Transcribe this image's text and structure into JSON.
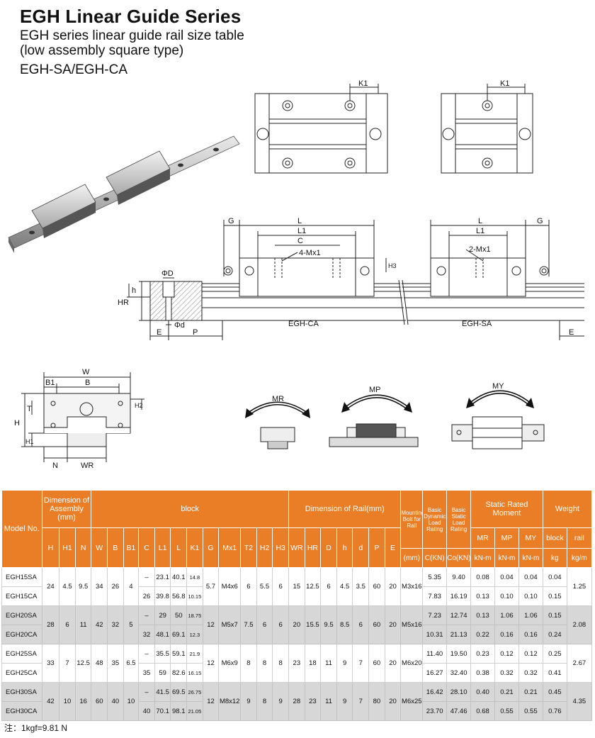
{
  "header": {
    "title": "EGH Linear Guide Series",
    "subtitle_line1": "EGH series linear guide rail size table",
    "subtitle_line2": "(low assembly square type)",
    "model_heading": "EGH-SA/EGH-CA"
  },
  "drawing_labels": {
    "K1": "K1",
    "L": "L",
    "L1": "L1",
    "C": "C",
    "G": "G",
    "four_mx1": "4-Mx1",
    "two_mx1": "2-Mx1",
    "H3": "H3",
    "phiD": "ΦD",
    "phid": "Φd",
    "HR": "HR",
    "h": "h",
    "E": "E",
    "P": "P",
    "egh_ca": "EGH-CA",
    "egh_sa": "EGH-SA",
    "W": "W",
    "B1": "B1",
    "B": "B",
    "T": "T",
    "H2": "H2",
    "H": "H",
    "H1": "H1",
    "N": "N",
    "WR": "WR",
    "MR": "MR",
    "MP": "MP",
    "MY": "MY"
  },
  "table": {
    "headers": {
      "model_no": "Model No.",
      "assembly": "Dimension of Assembly (mm)",
      "block": "block",
      "rail": "Dimension of Rail(mm)",
      "mounting_bolt": "Mounting Bolt for Rail",
      "dyn_load": "Basic Dynamic Load Rating",
      "static_load": "Basic Static Load Rating",
      "static_moment": "Static Rated Moment",
      "weight": "Weight",
      "cols": [
        "H",
        "H1",
        "N",
        "W",
        "B",
        "B1",
        "C",
        "L1",
        "L",
        "K1",
        "G",
        "Mx1",
        "T2",
        "H2",
        "H3",
        "WR",
        "HR",
        "D",
        "h",
        "d",
        "P",
        "E"
      ],
      "bolt_unit": "(mm)",
      "c_unit": "C(KN)",
      "co_unit": "Co(KN)",
      "mr": "MR",
      "mp": "MP",
      "my": "MY",
      "knm": "kN-m",
      "rail_w": "rail",
      "kg": "kg",
      "kgm": "kg/m"
    },
    "groups": [
      {
        "shared": {
          "H": "24",
          "H1": "4.5",
          "N": "9.5",
          "W": "34",
          "B": "26",
          "B1": "4",
          "G": "5.7",
          "Mx1": "M4x6",
          "T2": "6",
          "H2": "5.5",
          "H3": "6",
          "WR": "15",
          "HR": "12.5",
          "D": "6",
          "h": "4.5",
          "d": "3.5",
          "P": "60",
          "E": "20",
          "bolt": "M3x16",
          "rail_w": "1.25"
        },
        "rows": [
          {
            "model": "EGH15SA",
            "C": "–",
            "L1": "23.1",
            "L": "40.1",
            "K1": "14.8",
            "Cdyn": "5.35",
            "Co": "9.40",
            "MR": "0.08",
            "MP": "0.04",
            "MY": "0.04",
            "block": "0.04"
          },
          {
            "model": "EGH15CA",
            "C": "26",
            "L1": "39.8",
            "L": "56.8",
            "K1": "10.15",
            "Cdyn": "7.83",
            "Co": "16.19",
            "MR": "0.13",
            "MP": "0.10",
            "MY": "0.10",
            "block": "0.15"
          }
        ]
      },
      {
        "shared": {
          "H": "28",
          "H1": "6",
          "N": "11",
          "W": "42",
          "B": "32",
          "B1": "5",
          "G": "12",
          "Mx1": "M5x7",
          "T2": "7.5",
          "H2": "6",
          "H3": "6",
          "WR": "20",
          "HR": "15.5",
          "D": "9.5",
          "h": "8.5",
          "d": "6",
          "P": "60",
          "E": "20",
          "bolt": "M5x16",
          "rail_w": "2.08"
        },
        "rows": [
          {
            "model": "EGH20SA",
            "C": "–",
            "L1": "29",
            "L": "50",
            "K1": "18.75",
            "Cdyn": "7.23",
            "Co": "12.74",
            "MR": "0.13",
            "MP": "1.06",
            "MY": "1.06",
            "block": "0.15"
          },
          {
            "model": "EGH20CA",
            "C": "32",
            "L1": "48.1",
            "L": "69.1",
            "K1": "12.3",
            "Cdyn": "10.31",
            "Co": "21.13",
            "MR": "0.22",
            "MP": "0.16",
            "MY": "0.16",
            "block": "0.24"
          }
        ]
      },
      {
        "shared": {
          "H": "33",
          "H1": "7",
          "N": "12.5",
          "W": "48",
          "B": "35",
          "B1": "6.5",
          "G": "12",
          "Mx1": "M6x9",
          "T2": "8",
          "H2": "8",
          "H3": "8",
          "WR": "23",
          "HR": "18",
          "D": "11",
          "h": "9",
          "d": "7",
          "P": "60",
          "E": "20",
          "bolt": "M6x20",
          "rail_w": "2.67"
        },
        "rows": [
          {
            "model": "EGH25SA",
            "C": "–",
            "L1": "35.5",
            "L": "59.1",
            "K1": "21.9",
            "Cdyn": "11.40",
            "Co": "19.50",
            "MR": "0.23",
            "MP": "0.12",
            "MY": "0.12",
            "block": "0.25"
          },
          {
            "model": "EGH25CA",
            "C": "35",
            "L1": "59",
            "L": "82.6",
            "K1": "16.15",
            "Cdyn": "16.27",
            "Co": "32.40",
            "MR": "0.38",
            "MP": "0.32",
            "MY": "0.32",
            "block": "0.41"
          }
        ]
      },
      {
        "shared": {
          "H": "42",
          "H1": "10",
          "N": "16",
          "W": "60",
          "B": "40",
          "B1": "10",
          "G": "12",
          "Mx1": "M8x12",
          "T2": "9",
          "H2": "8",
          "H3": "9",
          "WR": "28",
          "HR": "23",
          "D": "11",
          "h": "9",
          "d": "7",
          "P": "80",
          "E": "20",
          "bolt": "M6x25",
          "rail_w": "4.35"
        },
        "rows": [
          {
            "model": "EGH30SA",
            "C": "–",
            "L1": "41.5",
            "L": "69.5",
            "K1": "26.75",
            "Cdyn": "16.42",
            "Co": "28.10",
            "MR": "0.40",
            "MP": "0.21",
            "MY": "0.21",
            "block": "0.45"
          },
          {
            "model": "EGH30CA",
            "C": "40",
            "L1": "70.1",
            "L": "98.1",
            "K1": "21.05",
            "Cdyn": "23.70",
            "Co": "47.46",
            "MR": "0.68",
            "MP": "0.55",
            "MY": "0.55",
            "block": "0.76"
          }
        ]
      }
    ]
  },
  "note": "注：1kgf=9.81 N"
}
